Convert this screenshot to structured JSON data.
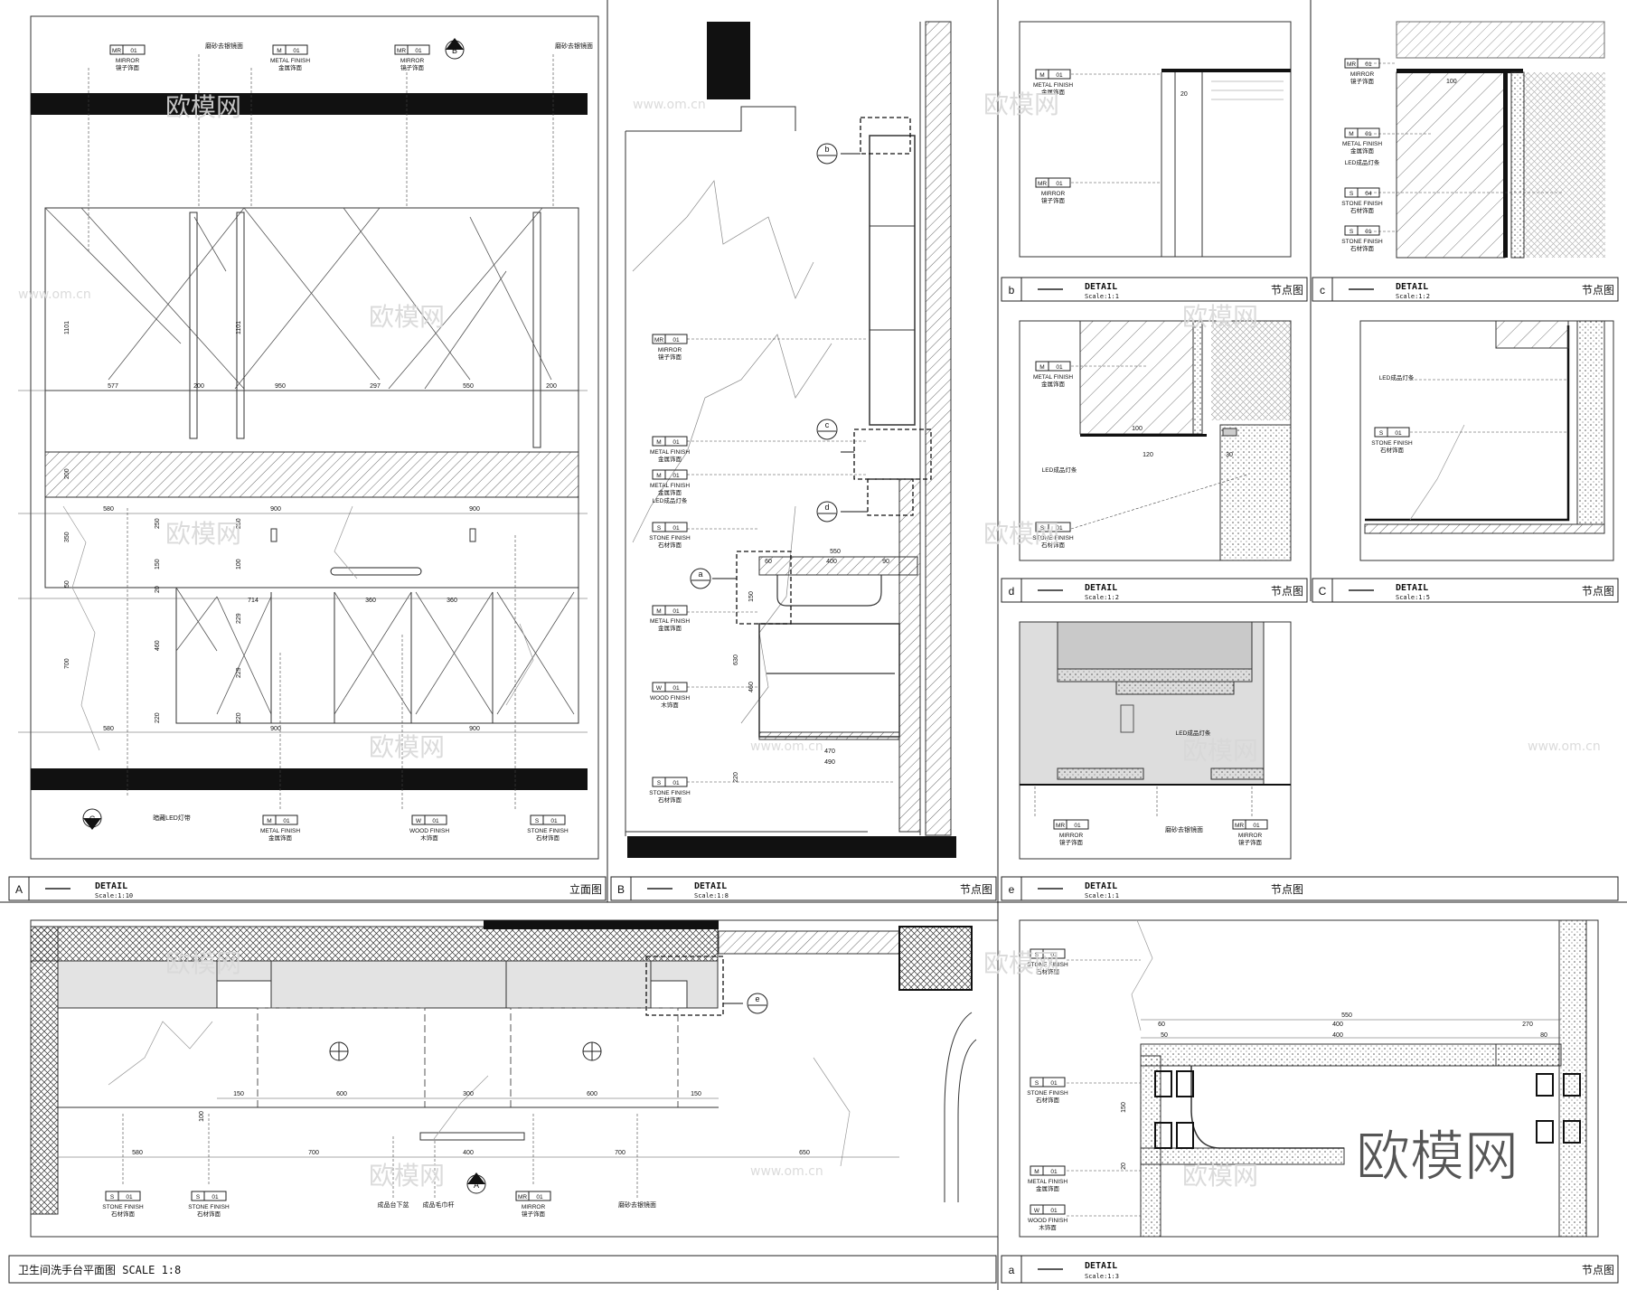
{
  "tags": {
    "mr": {
      "code": "MR",
      "num": "01",
      "en": "MIRROR",
      "cn": "镜子饰面"
    },
    "m": {
      "code": "M",
      "num": "01",
      "en": "METAL FINISH",
      "cn": "金属饰面"
    },
    "s": {
      "code": "S",
      "num": "01",
      "en": "STONE FINISH",
      "cn": "石材饰面"
    },
    "s04": {
      "code": "S",
      "num": "04",
      "en": "STONE FINISH",
      "cn": "石材饰面"
    },
    "w": {
      "code": "W",
      "num": "01",
      "en": "WOOD FINISH",
      "cn": "木饰面"
    }
  },
  "notes": {
    "frosted": "磨砂去银镜面",
    "led_hidden": "暗藏LED灯带",
    "led_strip": "LED成品灯条",
    "basin": "成品台下盆",
    "towel": "成品毛巾杆"
  },
  "panels": {
    "A": {
      "letter": "A",
      "title": "DETAIL",
      "scale": "Scale:1:10",
      "type": "立面图"
    },
    "B": {
      "letter": "B",
      "title": "DETAIL",
      "scale": "Scale:1:8",
      "type": "节点图"
    },
    "b": {
      "letter": "b",
      "title": "DETAIL",
      "scale": "Scale:1:1",
      "type": "节点图"
    },
    "c": {
      "letter": "c",
      "title": "DETAIL",
      "scale": "Scale:1:2",
      "type": "节点图"
    },
    "d": {
      "letter": "d",
      "title": "DETAIL",
      "scale": "Scale:1:2",
      "type": "节点图"
    },
    "C": {
      "letter": "C",
      "title": "DETAIL",
      "scale": "Scale:1:5",
      "type": "节点图"
    },
    "e": {
      "letter": "e",
      "title": "DETAIL",
      "scale": "Scale:1:1",
      "type": "节点图"
    },
    "a": {
      "letter": "a",
      "title": "DETAIL",
      "scale": "Scale:1:3",
      "type": "节点图"
    }
  },
  "plan_title": "卫生间洗手台平面图 SCALE 1:8",
  "callouts": {
    "B": "B",
    "C": "C",
    "A": "A",
    "b": "b",
    "c": "c",
    "d": "d",
    "a": "a",
    "e": "e"
  },
  "dims": {
    "A_top": [
      "577",
      "200",
      "950",
      "297",
      "550",
      "200"
    ],
    "A_mid": [
      "580",
      "900",
      "900"
    ],
    "A_cab": [
      "714",
      "360",
      "360"
    ],
    "A_bot": [
      "580",
      "900",
      "900"
    ],
    "A_v": [
      "1101",
      "1101",
      "200",
      "350",
      "250",
      "250",
      "150",
      "100",
      "50",
      "20",
      "460",
      "229",
      "229",
      "700",
      "220",
      "220"
    ],
    "B": [
      "550",
      "60",
      "400",
      "90",
      "150",
      "630",
      "460",
      "470",
      "490",
      "220"
    ],
    "b": [
      "20"
    ],
    "c": [
      "100"
    ],
    "d": [
      "100",
      "120",
      "30"
    ],
    "plan_top": [
      "150",
      "600",
      "300",
      "600",
      "150"
    ],
    "plan_bot": [
      "580",
      "700",
      "400",
      "700",
      "650"
    ],
    "plan_v": [
      "100"
    ],
    "a_top": [
      "550",
      "60",
      "400",
      "270",
      "50",
      "400",
      "80"
    ],
    "a_v": [
      "150",
      "20"
    ]
  },
  "watermark": {
    "brand": "欧模网",
    "url": "www.om.cn"
  }
}
